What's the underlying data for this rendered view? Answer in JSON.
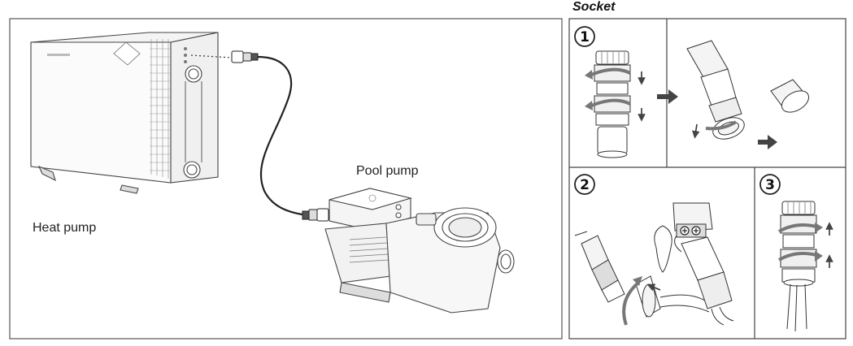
{
  "left_panel": {
    "heat_pump_label": "Heat pump",
    "pool_pump_label": "Pool pump"
  },
  "socket_section": {
    "title": "Socket",
    "steps": [
      "1",
      "2",
      "3"
    ]
  },
  "colors": {
    "line": "#333333",
    "panel_border": "#555555",
    "arrow_gray": "#777777",
    "arrow_dark": "#444444"
  },
  "icons": [
    "heat-pump-unit",
    "pool-pump-unit",
    "cable-connector",
    "socket-assembly",
    "rotate-arrow",
    "direction-arrow"
  ]
}
